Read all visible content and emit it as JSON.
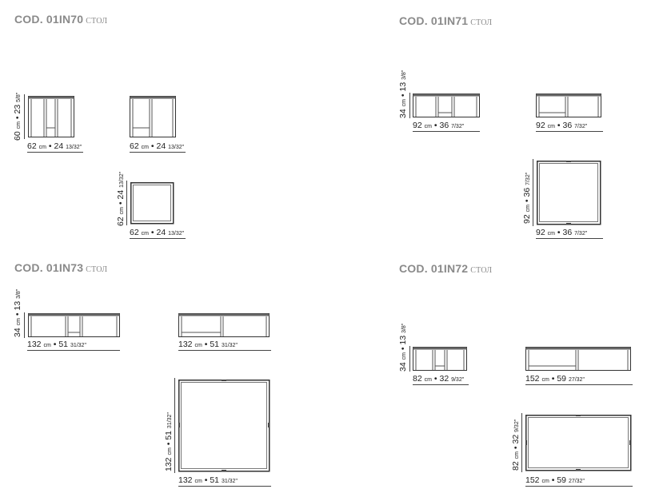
{
  "sections": [
    {
      "code": "COD. 01IN70",
      "label": "СТОЛ",
      "dims": {
        "front_w": {
          "num": "62",
          "unit": "cm",
          "sep": "•",
          "inch": "24",
          "frac": "13/32\""
        },
        "front_h": {
          "num": "60",
          "unit": "cm",
          "sep": "•",
          "inch": "23",
          "frac": "5/8\""
        },
        "side_w": {
          "num": "62",
          "unit": "cm",
          "sep": "•",
          "inch": "24",
          "frac": "13/32\""
        },
        "top_w": {
          "num": "62",
          "unit": "cm",
          "sep": "•",
          "inch": "24",
          "frac": "13/32\""
        },
        "top_d": {
          "num": "62",
          "unit": "cm",
          "sep": "•",
          "inch": "24",
          "frac": "13/32\""
        }
      }
    },
    {
      "code": "COD. 01IN71",
      "label": "СТОЛ",
      "dims": {
        "front_w": {
          "num": "92",
          "unit": "cm",
          "sep": "•",
          "inch": "36",
          "frac": "7/32\""
        },
        "front_h": {
          "num": "34",
          "unit": "cm",
          "sep": "•",
          "inch": "13",
          "frac": "3/8\""
        },
        "side_w": {
          "num": "92",
          "unit": "cm",
          "sep": "•",
          "inch": "36",
          "frac": "7/32\""
        },
        "top_w": {
          "num": "92",
          "unit": "cm",
          "sep": "•",
          "inch": "36",
          "frac": "7/32\""
        },
        "top_d": {
          "num": "92",
          "unit": "cm",
          "sep": "•",
          "inch": "36",
          "frac": "7/32\""
        }
      }
    },
    {
      "code": "COD. 01IN73",
      "label": "СТОЛ",
      "dims": {
        "front_w": {
          "num": "132",
          "unit": "cm",
          "sep": "•",
          "inch": "51",
          "frac": "31/32\""
        },
        "front_h": {
          "num": "34",
          "unit": "cm",
          "sep": "•",
          "inch": "13",
          "frac": "3/8\""
        },
        "side_w": {
          "num": "132",
          "unit": "cm",
          "sep": "•",
          "inch": "51",
          "frac": "31/32\""
        },
        "top_w": {
          "num": "132",
          "unit": "cm",
          "sep": "•",
          "inch": "51",
          "frac": "31/32\""
        },
        "top_d": {
          "num": "132",
          "unit": "cm",
          "sep": "•",
          "inch": "51",
          "frac": "31/32\""
        }
      }
    },
    {
      "code": "COD. 01IN72",
      "label": "СТОЛ",
      "dims": {
        "front_w": {
          "num": "82",
          "unit": "cm",
          "sep": "•",
          "inch": "32",
          "frac": "9/32\""
        },
        "front_h": {
          "num": "34",
          "unit": "cm",
          "sep": "•",
          "inch": "13",
          "frac": "3/8\""
        },
        "side_w": {
          "num": "152",
          "unit": "cm",
          "sep": "•",
          "inch": "59",
          "frac": "27/32\""
        },
        "top_w": {
          "num": "152",
          "unit": "cm",
          "sep": "•",
          "inch": "59",
          "frac": "27/32\""
        },
        "top_d": {
          "num": "82",
          "unit": "cm",
          "sep": "•",
          "inch": "32",
          "frac": "9/32\""
        }
      }
    }
  ]
}
